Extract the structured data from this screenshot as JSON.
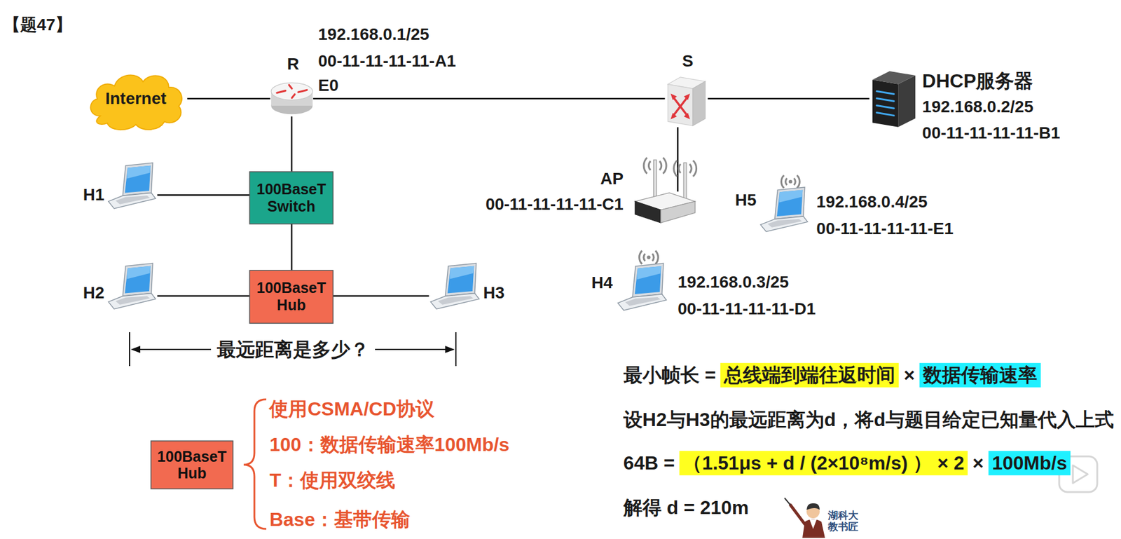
{
  "diagram": {
    "title": "【题47】",
    "nodes": [
      {
        "text": [
          "Internet"
        ]
      },
      {
        "text": [
          "R",
          "192.168.0.1/25",
          "00-11-11-11-11-A1",
          "E0"
        ]
      },
      {
        "text": [
          "S"
        ]
      },
      {
        "text": [
          "DHCP服务器",
          "192.168.0.2/25",
          "00-11-11-11-11-B1"
        ]
      },
      {
        "text": [
          "AP",
          "00-11-11-11-11-C1"
        ]
      },
      {
        "text": [
          "H5",
          "192.168.0.4/25",
          "00-11-11-11-11-E1"
        ]
      },
      {
        "text": [
          "H4",
          "192.168.0.3/25",
          "00-11-11-11-11-D1"
        ]
      },
      {
        "text": [
          "H1"
        ]
      },
      {
        "text": [
          "100BaseT Switch"
        ]
      },
      {
        "text": [
          "H2"
        ]
      },
      {
        "text": [
          "100BaseT Hub"
        ]
      },
      {
        "text": [
          "H3"
        ]
      },
      {
        "text": [
          "100BaseT Hub"
        ]
      }
    ],
    "edges": [
      {
        "from": 0,
        "to": 1,
        "arrow": "none"
      },
      {
        "from": 1,
        "to": 2,
        "arrow": "none"
      },
      {
        "from": 2,
        "to": 3,
        "arrow": "none"
      },
      {
        "from": 2,
        "to": 4,
        "arrow": "none"
      },
      {
        "from": 1,
        "to": 8,
        "arrow": "none"
      },
      {
        "from": 7,
        "to": 8,
        "arrow": "none"
      },
      {
        "from": 8,
        "to": 10,
        "arrow": "none"
      },
      {
        "from": 9,
        "to": 10,
        "arrow": "none"
      },
      {
        "from": 10,
        "to": 11,
        "arrow": "none"
      }
    ],
    "labels": [
      "最远距离是多少？",
      "使用CSMA/CD协议",
      "100：数据传输速率100Mb/s",
      "T：使用双绞线",
      "Base：基带传输",
      "最小帧长 =",
      "总线端到端往返时间",
      "×",
      "数据传输速率",
      "设H2与H3的最远距离为d，将d与题目给定已知量代入上式",
      "64B =",
      "（1.51μs + d / (2×10⁸m/s) ） × 2",
      "×",
      "100Mb/s",
      "解得 d = 210m",
      "湖科大 教书匠"
    ]
  }
}
